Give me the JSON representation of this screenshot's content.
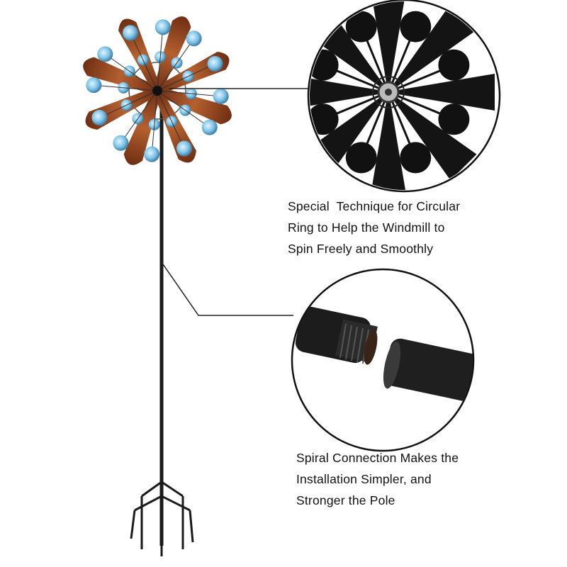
{
  "feature_1": {
    "lines": [
      "Special  Technique for Circular",
      "Ring to Help the Windmill to",
      "Spin Freely and Smoothly"
    ]
  },
  "feature_2": {
    "lines": [
      "Spiral Connection Makes the",
      "Installation Simpler, and",
      "Stronger the Pole"
    ]
  },
  "colors": {
    "blade": "#9a4a22",
    "cup": "#7ec4e8",
    "metal": "#1a1a1a"
  }
}
